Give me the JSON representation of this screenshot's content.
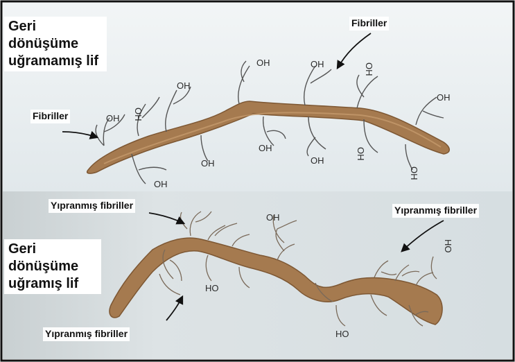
{
  "top_panel": {
    "title": "Geri dönüşüme uğramamış lif",
    "label_fibrils_top": "Fibriller",
    "label_fibrils_left": "Fibriller",
    "oh_label": "OH",
    "rotated_oh": "OH"
  },
  "bottom_panel": {
    "title": "Geri dönüşüme uğramış lif",
    "label_frayed_top_left": "Yıpranmış fibriller",
    "label_frayed_right": "Yıpranmış fibriller",
    "label_frayed_bottom_left": "Yıpranmış fibriller",
    "oh_label": "OH",
    "ho_label": "HO"
  },
  "colors": {
    "fiber": "#a57a4f",
    "fiber_dark": "#7d5733",
    "top_bg": "#e6ecef",
    "bottom_bg": "#d5dde0",
    "frame": "#111111"
  }
}
